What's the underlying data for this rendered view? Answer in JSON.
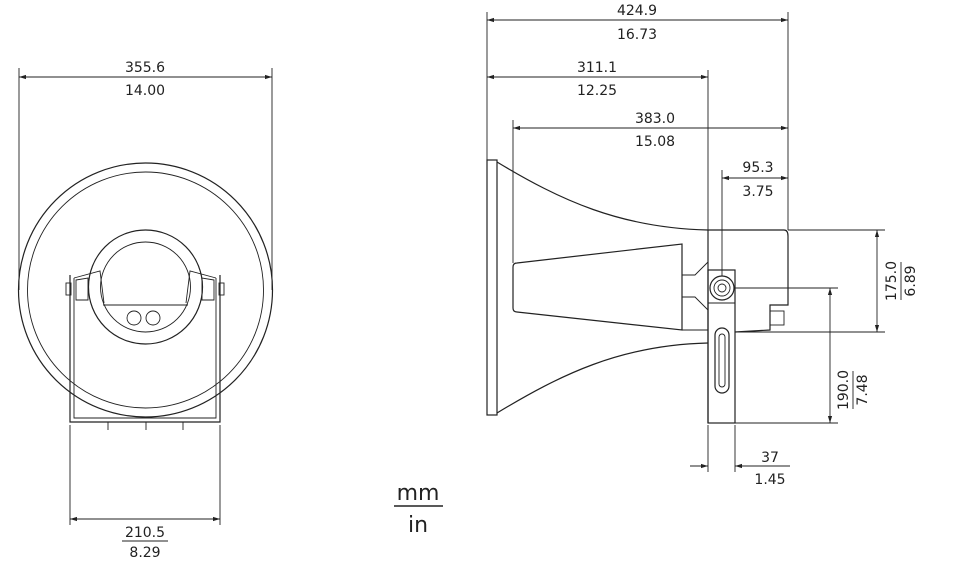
{
  "front_view": {
    "width": {
      "mm": "355.6",
      "in": "14.00"
    },
    "bracket_width": {
      "mm": "210.5",
      "in": "8.29"
    }
  },
  "side_view": {
    "overall_depth": {
      "mm": "424.9",
      "in": "16.73"
    },
    "to_bracket": {
      "mm": "311.1",
      "in": "12.25"
    },
    "bell_to_rear": {
      "mm": "383.0",
      "in": "15.08"
    },
    "pivot_to_rear": {
      "mm": "95.3",
      "in": "3.75"
    },
    "driver_height": {
      "mm": "175.0",
      "in": "6.89"
    },
    "bracket_height": {
      "mm": "190.0",
      "in": "7.48"
    },
    "bracket_thickness": {
      "mm": "37",
      "in": "1.45"
    }
  },
  "units": {
    "top": "mm",
    "bottom": "in"
  }
}
